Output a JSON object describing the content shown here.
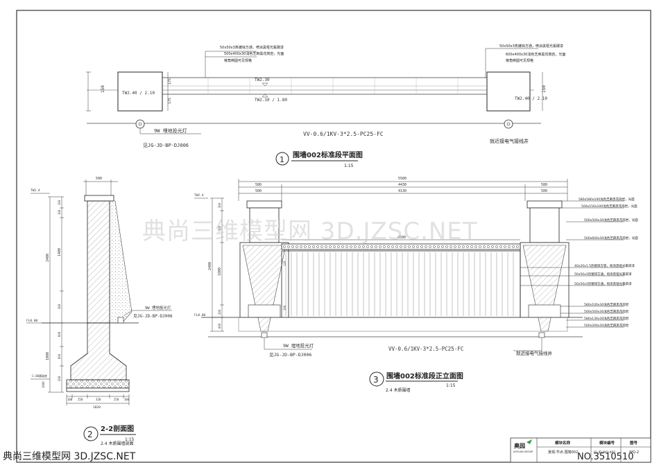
{
  "watermark": "典尚三维模型网 3D.JZSC.NET",
  "footer": {
    "left": "典尚三维模型网 3D.JZSC.NET",
    "right": "NO.3510510"
  },
  "plan": {
    "title": "围墙002标准段平面图",
    "number": "1",
    "scale": "1:15",
    "notes_left": [
      "50x50x3热镀锌方通，喷涂黑哑光氟碳漆",
      "500x400x30浅色芝麻黑花岗岩，光面",
      "棱角倒圆可见规格"
    ],
    "notes_right": [
      "50x50x3热镀锌方通，喷涂黑哑光氟碳漆",
      "600x400x30浅色芝麻黑花岗岩，光面",
      "棱角倒圆可见规格"
    ],
    "levels": [
      "TW2.40 / 2.10",
      "TW2.30",
      "TW2.10 / 1.80",
      "TW2.40 / 2.10"
    ],
    "dims": [
      "150",
      "175",
      "175",
      "150"
    ],
    "lamp_label": "9W 埋地投光灯",
    "lamp_code": "见JG-JD-BP-DJ006",
    "cable": "VV-0.6/1KV-3*2.5-PC25-FC",
    "ground_note": "就近接电气接线井"
  },
  "section": {
    "title": "2-2剖面图",
    "number": "2",
    "scale": "1:15",
    "subtitle": "2.4 木质围墙剖面",
    "top_dims": [
      "500"
    ],
    "levels": [
      "TW2.4",
      "FL0.00",
      "-1.00基础底"
    ],
    "left_dims": [
      "2400",
      "1400",
      "100",
      "100",
      "300",
      "1000",
      "600",
      "600",
      "200",
      "1000"
    ],
    "bottom_dims": [
      "100",
      "250",
      "320",
      "250",
      "100",
      "1020"
    ],
    "lamp_label": "9W 埋地投光灯",
    "lamp_code": "见JG-JD-BP-DJ006"
  },
  "elevation": {
    "title": "围墙002标准段正立面图",
    "number": "3",
    "scale": "1:15",
    "subtitle": "2.4 木质围墙",
    "top_dims": [
      "5580",
      "580",
      "4430",
      "580",
      "500",
      "4130",
      "500"
    ],
    "inner_dim": "4500",
    "level_top": "TW2.4",
    "level_floor": "FL0.00",
    "left_dims": [
      "2400",
      "1800",
      "300",
      "300",
      "120",
      "200",
      "600",
      "100"
    ],
    "notes": [
      "580x580x100浅色芝麻黑花岗岩，光面",
      "500x150x100浅色芝麻黑花岗岩，光面",
      "500x500x30浅色芝麻黑花岗岩，光面",
      "500x600x30浅色芝麻黑花岗岩，光面",
      "40x20x1.5热镀锌方管，喷涂黑哑光氟碳漆",
      "50x50x3热镀锌方通，喷涂黑哑光氟碳漆",
      "50x50x3热镀锌方通，喷涂黑哑光氟碳漆",
      "580x100x30浅色芝麻黑花岗岩",
      "500x500x30浅色芝麻黑花岗岩",
      "580x130x30浅色芝麻黑花岗岩",
      "500x200x30浅色芝麻黑花岗岩"
    ],
    "lamp_label": "9W 埋地投光灯",
    "lamp_code": "见JG-JD-BP-DJ006",
    "cable": "VV-0.6/1KV-3*2.5-PC25-FC",
    "ground_note": "就近接电气接线井"
  },
  "title_block": {
    "logo": "奥园",
    "logo_sub": "AOYUAN GROUP",
    "col1_label": "模块名称",
    "col1_value": "景观-节点-围墙002",
    "col2_label": "模块编号",
    "col2_value": "JG-JD-WQ-002",
    "col3_label": "图号",
    "col3_value": "WQ-2"
  }
}
